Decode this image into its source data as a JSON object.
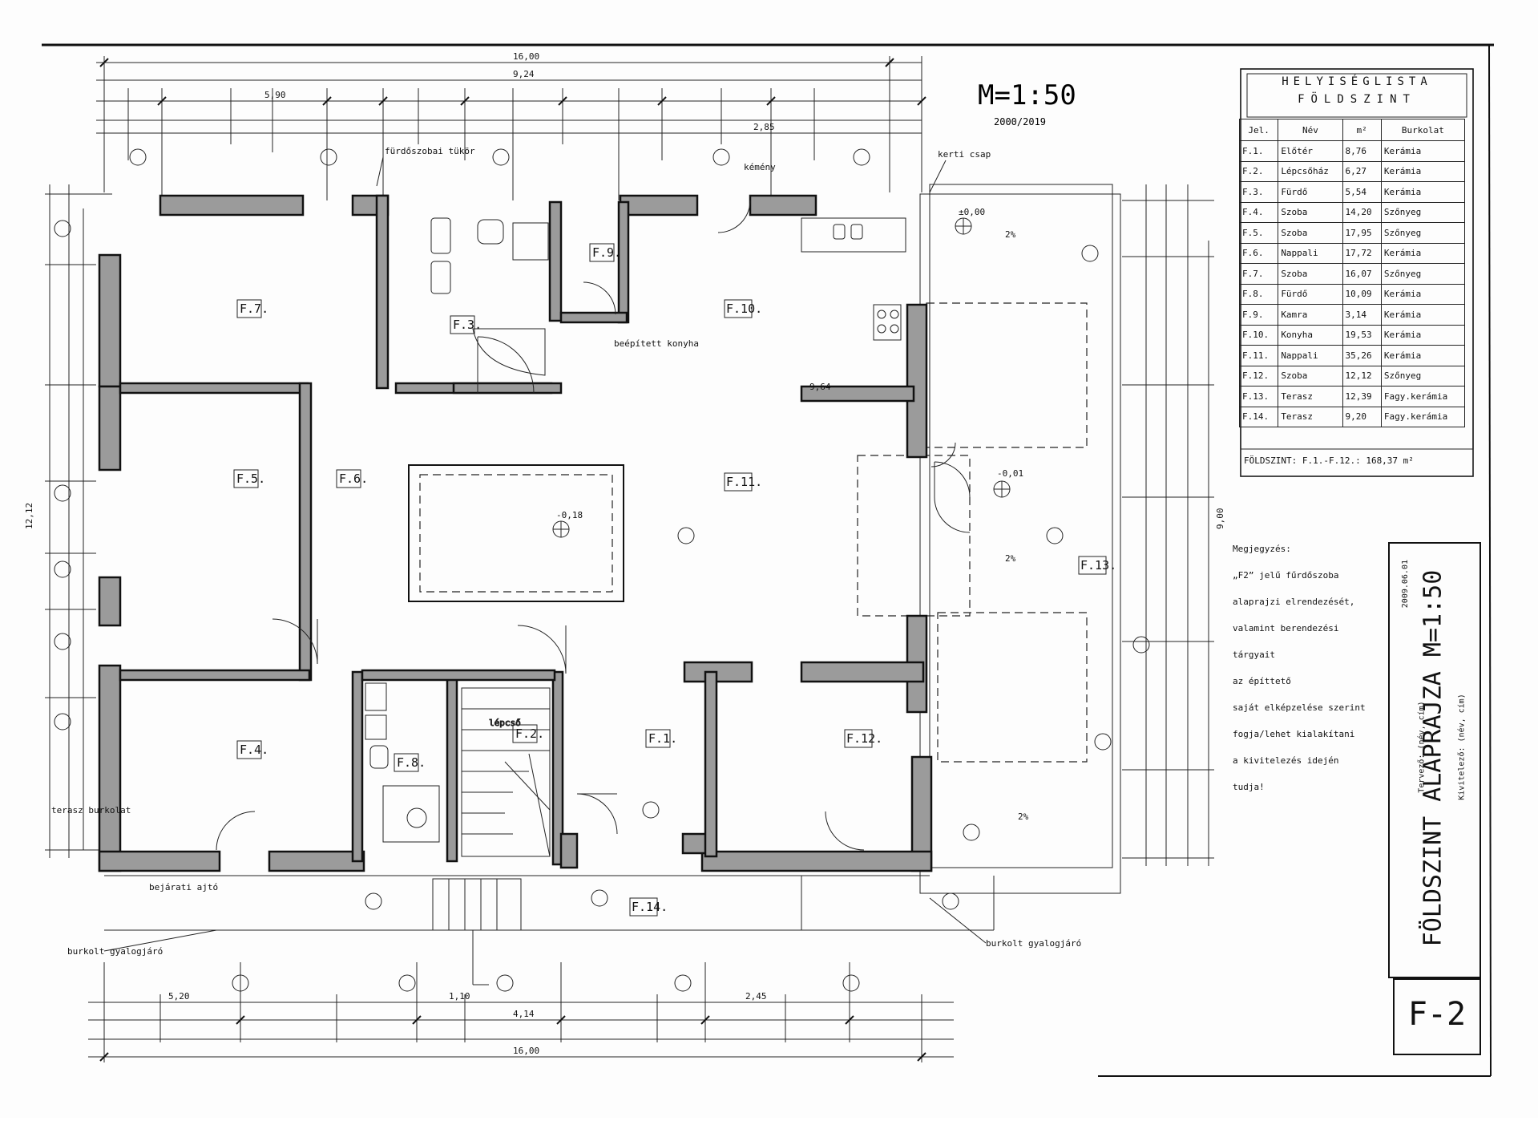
{
  "scale_label": "M=1:50",
  "scale_sub": "2000/2019",
  "table": {
    "title": "HELYISÉGLISTA",
    "subtitle": "FÖLDSZINT",
    "headers": [
      "Jel.",
      "Név",
      "m²",
      "Burkolat"
    ],
    "rows": [
      [
        "F.1.",
        "Előtér",
        "8,76",
        "Kerámia"
      ],
      [
        "F.2.",
        "Lépcsőház",
        "6,27",
        "Kerámia"
      ],
      [
        "F.3.",
        "Fürdő",
        "5,54",
        "Kerámia"
      ],
      [
        "F.4.",
        "Szoba",
        "14,20",
        "Szőnyeg"
      ],
      [
        "F.5.",
        "Szoba",
        "17,95",
        "Szőnyeg"
      ],
      [
        "F.6.",
        "Nappali",
        "17,72",
        "Kerámia"
      ],
      [
        "F.7.",
        "Szoba",
        "16,07",
        "Szőnyeg"
      ],
      [
        "F.8.",
        "Fürdő",
        "10,09",
        "Kerámia"
      ],
      [
        "F.9.",
        "Kamra",
        "3,14",
        "Kerámia"
      ],
      [
        "F.10.",
        "Konyha",
        "19,53",
        "Kerámia"
      ],
      [
        "F.11.",
        "Nappali",
        "35,26",
        "Kerámia"
      ],
      [
        "F.12.",
        "Szoba",
        "12,12",
        "Szőnyeg"
      ],
      [
        "F.13.",
        "Terasz",
        "12,39",
        "Fagy.kerámia"
      ],
      [
        "F.14.",
        "Terasz",
        "9,20",
        "Fagy.kerámia"
      ]
    ],
    "total": "FÖLDSZINT: F.1.-F.12.: 168,37 m²"
  },
  "note": {
    "title": "Megjegyzés:",
    "lines": [
      "„F2” jelű fűrdőszoba",
      "alaprajzi elrendezését,",
      "valamint berendezési tárgyait",
      "az építtető",
      "saját elképzelése szerint",
      "fogja/lehet kialakítani",
      "a kivitelezés idején",
      "tudja!"
    ]
  },
  "title_block": {
    "main": "FÖLDSZINT ALAPRAJZA M=1:50",
    "line1": "Tervező: (név, cím)",
    "line2": "Kivitelező: (név, cím)",
    "date": "2009.06.01"
  },
  "sheet_id": "F-2",
  "rooms": {
    "f1": "F.1.",
    "f2": "F.2.",
    "f3": "F.3.",
    "f4": "F.4.",
    "f5": "F.5.",
    "f6": "F.6.",
    "f7": "F.7.",
    "f8": "F.8.",
    "f9": "F.9.",
    "f10": "F.10.",
    "f11": "F.11.",
    "f12": "F.12.",
    "f13": "F.13.",
    "f14": "F.14."
  },
  "annotations": {
    "bathroom_mirror": "fürdőszobai tükör",
    "terrace_label": "terasz burkolat",
    "entrance_label": "bejárati ajtó",
    "pavement_left": "burkolt gyalogjáró",
    "pavement_right": "burkolt gyalogjáró",
    "stair_label": "lépcső",
    "kitchen_note": "beépített konyha",
    "chimney": "kémény",
    "tap": "kerti csap"
  },
  "dims": {
    "total_width": "16,00",
    "top_a": "9,24",
    "top_b": "5,90",
    "top_c": "2,85",
    "bottom_a": "5,20",
    "bottom_b": "4,14",
    "bottom_c": "1,10",
    "bottom_d": "2,45",
    "left_total": "12,12",
    "right_total": "9,00",
    "hall": "9,64",
    "level_a": "±0,00",
    "level_b": "-0,18",
    "level_c": "-0,01",
    "slope": "2%"
  },
  "colors": {
    "wall_fill": "#9b9b9b",
    "ink": "#111111",
    "paper": "#fdfdfd"
  }
}
